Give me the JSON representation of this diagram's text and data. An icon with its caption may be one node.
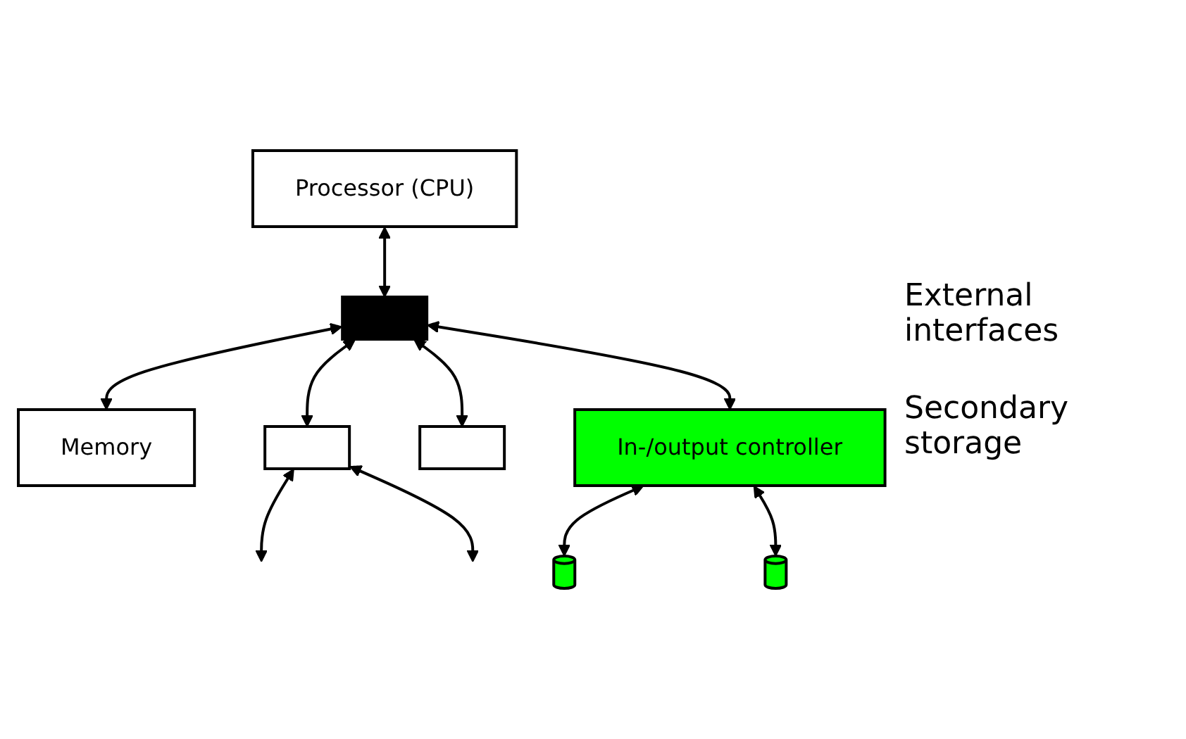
{
  "diagram": {
    "nodes": [
      {
        "text": [
          "Processor (CPU)"
        ]
      },
      {
        "text": [],
        "shape": "bar"
      },
      {
        "text": [
          "Memory"
        ]
      },
      {
        "text": [],
        "shape": "box"
      },
      {
        "text": [],
        "shape": "box"
      },
      {
        "text": [
          "In-/output controller"
        ]
      },
      {
        "text": [],
        "shape": "cylinder"
      },
      {
        "text": [],
        "shape": "cylinder"
      }
    ],
    "edges": [
      {
        "from": 0,
        "to": 1,
        "arrow": "both"
      },
      {
        "from": 1,
        "to": 2,
        "arrow": "both"
      },
      {
        "from": 1,
        "to": 3,
        "arrow": "both"
      },
      {
        "from": 1,
        "to": 4,
        "arrow": "both"
      },
      {
        "from": 1,
        "to": 5,
        "arrow": "both"
      },
      {
        "from": 3,
        "to": null,
        "arrow": "both"
      },
      {
        "from": 3,
        "to": null,
        "arrow": "both"
      },
      {
        "from": 5,
        "to": 6,
        "arrow": "both"
      },
      {
        "from": 5,
        "to": 7,
        "arrow": "both"
      }
    ],
    "labels": [
      "External interfaces",
      "Secondary storage"
    ]
  }
}
